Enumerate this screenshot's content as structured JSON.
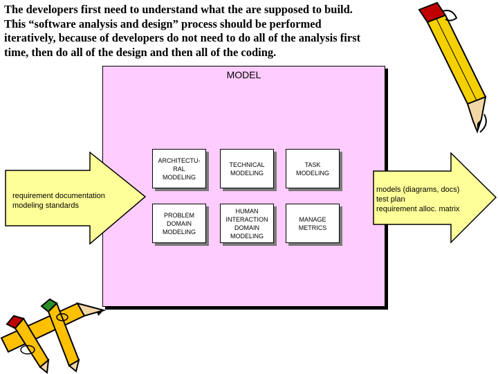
{
  "intro_text": "The developers first need to understand what the are supposed to build.\nThis “software analysis and design” process should be performed\niteratively, because of developers do not need to do all of the analysis first\ntime, then do all of the design and then all of the coding.",
  "model": {
    "title": "MODEL",
    "boxes": [
      "ARCHITECTU-\nRAL\nMODELING",
      "TECHNICAL\nMODELING",
      "TASK\nMODELING",
      "PROBLEM\nDOMAIN\nMODELING",
      "HUMAN\nINTERACTION\nDOMAIN\nMODELING",
      "MANAGE\nMETRICS"
    ]
  },
  "input_arrow": {
    "text": "requirement documentation\nmodeling standards"
  },
  "output_arrow": {
    "text": "models (diagrams, docs)\ntest plan\nrequirement alloc. matrix"
  },
  "colors": {
    "model_fill": "#ffccff",
    "arrow_fill": "#ffff99"
  }
}
